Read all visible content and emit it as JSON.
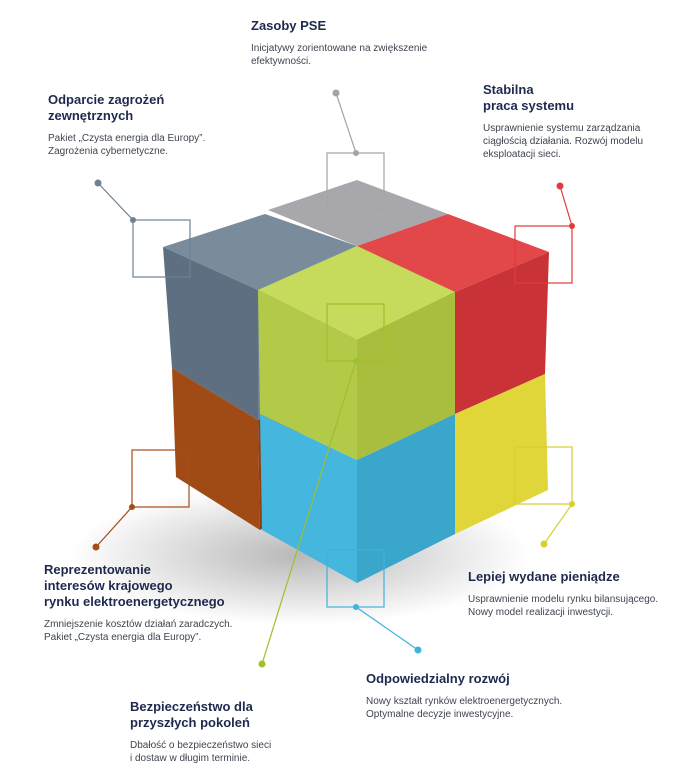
{
  "labels": {
    "zasoby": {
      "title": "Zasoby PSE",
      "text": "Inicjatywy zorientowane na zwiększenie\nefektywności."
    },
    "odparcie": {
      "title": "Odparcie zagrożeń\nzewnętrznych",
      "text": "Pakiet „Czysta energia dla Europy”.\nZagrożenia cybernetyczne."
    },
    "stabilna": {
      "title": "Stabilna\npraca systemu",
      "text": "Usprawnienie systemu zarządzania\nciągłością działania. Rozwój modelu\neksploatacji sieci."
    },
    "reprezentowanie": {
      "title": "Reprezentowanie\ninteresów krajowego\nrynku elektroenergetycznego",
      "text": "Zmniejszenie kosztów działań zaradczych.\nPakiet „Czysta energia dla Europy”."
    },
    "lepiej": {
      "title": "Lepiej wydane pieniądze",
      "text": "Usprawnienie modelu rynku bilansującego.\nNowy model realizacji inwestycji."
    },
    "odpowiedzialny": {
      "title": "Odpowiedzialny rozwój",
      "text": "Nowy kształt rynków elektroenergetycznych.\nOptymalne decyzje inwestycyjne."
    },
    "bezpieczenstwo": {
      "title": "Bezpieczeństwo dla\nprzyszłych pokoleń",
      "text": "Dbałość o bezpieczeństwo sieci\ni dostaw w długim terminie."
    }
  },
  "colors": {
    "gray": "#9a9a9e",
    "slate": "#5f7285",
    "red": "#d93a3a",
    "green": "#b4cc46",
    "orange": "#a54d17",
    "blue": "#3eb4d9",
    "yellow": "#e1da3a",
    "title": "#1d2a4d"
  }
}
